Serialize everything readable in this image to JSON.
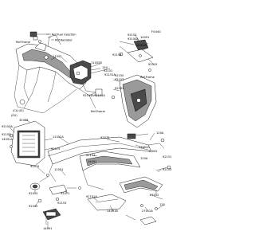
{
  "header": {
    "code": "F0440"
  },
  "annotations": {
    "fuel_injection": "Ref.Fuel injection",
    "radiator": "Ref.Radiator",
    "frame_top": "Ref.Frame",
    "frame_mid": "Ref.Frame",
    "frame_side": "Ref.Frame",
    "ca_us": "(CA,US)",
    "eu": "(EU)"
  },
  "part_numbers": {
    "p1": "92153",
    "p2": "92150A",
    "p3": "14091",
    "p4": "92153",
    "p5": "14091A",
    "p6": "92015",
    "p7": "11052",
    "p8": "11052B",
    "p9": "130",
    "p10": "92151",
    "p11": "92001",
    "p12": "92151A",
    "p13": "92153A",
    "p14": "92151A",
    "p15": "92150",
    "p16": "92153",
    "p17": "32088",
    "p18": "92153A",
    "p19": "92153",
    "p20": "14091A",
    "p21": "120A",
    "p22": "11052C",
    "p23": "11052",
    "p24": "92075",
    "p25": "11052A",
    "p26": "92075",
    "p27": "92151",
    "p28": "14091",
    "p29": "92015",
    "p30": "11051",
    "p31": "92153",
    "p32": "92151",
    "p33": "120A",
    "p34": "92015",
    "p35": "92071",
    "p36": "92151A",
    "p37": "14091B",
    "p38": "92040",
    "p39": "92153",
    "p40": "27012",
    "p41": "120",
    "p42": "27012A",
    "p43": "14091"
  }
}
